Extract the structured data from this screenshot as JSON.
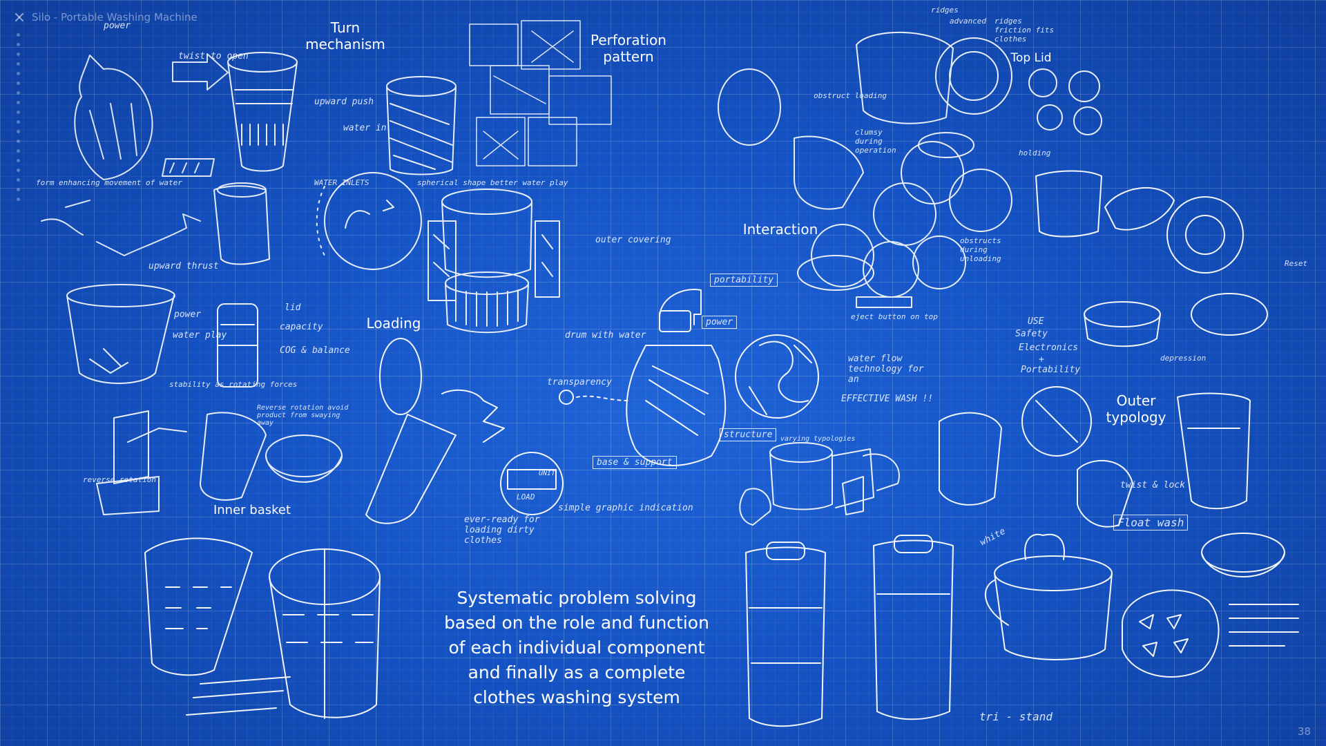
{
  "header": {
    "title": "Silo - Portable Washing Machine"
  },
  "labels": {
    "turn_mechanism": [
      "Turn",
      "mechanism"
    ],
    "perforation_pattern": [
      "Perforation",
      "pattern"
    ],
    "interaction": "Interaction",
    "loading": "Loading",
    "inner_basket": "Inner basket",
    "outer_typology": [
      "Outer",
      "typology"
    ],
    "top_lid": "Top Lid"
  },
  "annotations": {
    "power_top": "power",
    "twist_to_open": "twist to open",
    "upward_push": "upward push",
    "water_in": "water in",
    "form_enhancing": "form enhancing movement of water",
    "upward_thrust": "upward thrust",
    "water_inlets": "WATER INLETS",
    "spherical_shape": "spherical shape better water play",
    "outer_covering": "outer covering",
    "drum_with_water": "drum with water",
    "power_mid": "power",
    "water_play": "water play",
    "capacity": "capacity",
    "cog_balance": "COG & balance",
    "lid": "lid",
    "stability": "stability as rotating forces",
    "reverse_rotation": "reverse rotation",
    "reverse_note": "Reverse rotation avoid product from swaying away",
    "portability": "portability",
    "power_box": "power",
    "transparency": "transparency",
    "water_flow": "water flow technology for an",
    "effective_wash": "EFFECTIVE WASH !!",
    "structure": "structure",
    "varying_typologies": "varying typologies",
    "base_support": "base & support",
    "unit": "UNIT",
    "load": "LOAD",
    "simple_graphic": "simple graphic indication",
    "ever_ready": "ever-ready for loading dirty clothes",
    "ridges": "ridges",
    "advanced": "advanced",
    "ridges_friction": "ridges friction fits clothes",
    "obstruct_loading": "obstruct loading",
    "clumsy": "clumsy during operation",
    "holding": "holding",
    "obstructs_unloading": "obstructs during unloading",
    "eject_button": "eject button on top",
    "use": "USE",
    "safety": "Safety",
    "electronics": "Electronics",
    "plus": "+",
    "portability_right": "Portability",
    "depression": "depression",
    "reset": "Reset",
    "twist_lock": "twist & lock",
    "float_wash": "Float wash",
    "white": "white",
    "tri_stand": "tri - stand"
  },
  "caption": [
    "Systematic problem solving",
    "based on the role and function",
    "of each individual component",
    "and finally as a complete",
    "clothes washing system"
  ],
  "page_number": "38",
  "colors": {
    "background": "#1553c4",
    "line": "#ffffff"
  }
}
